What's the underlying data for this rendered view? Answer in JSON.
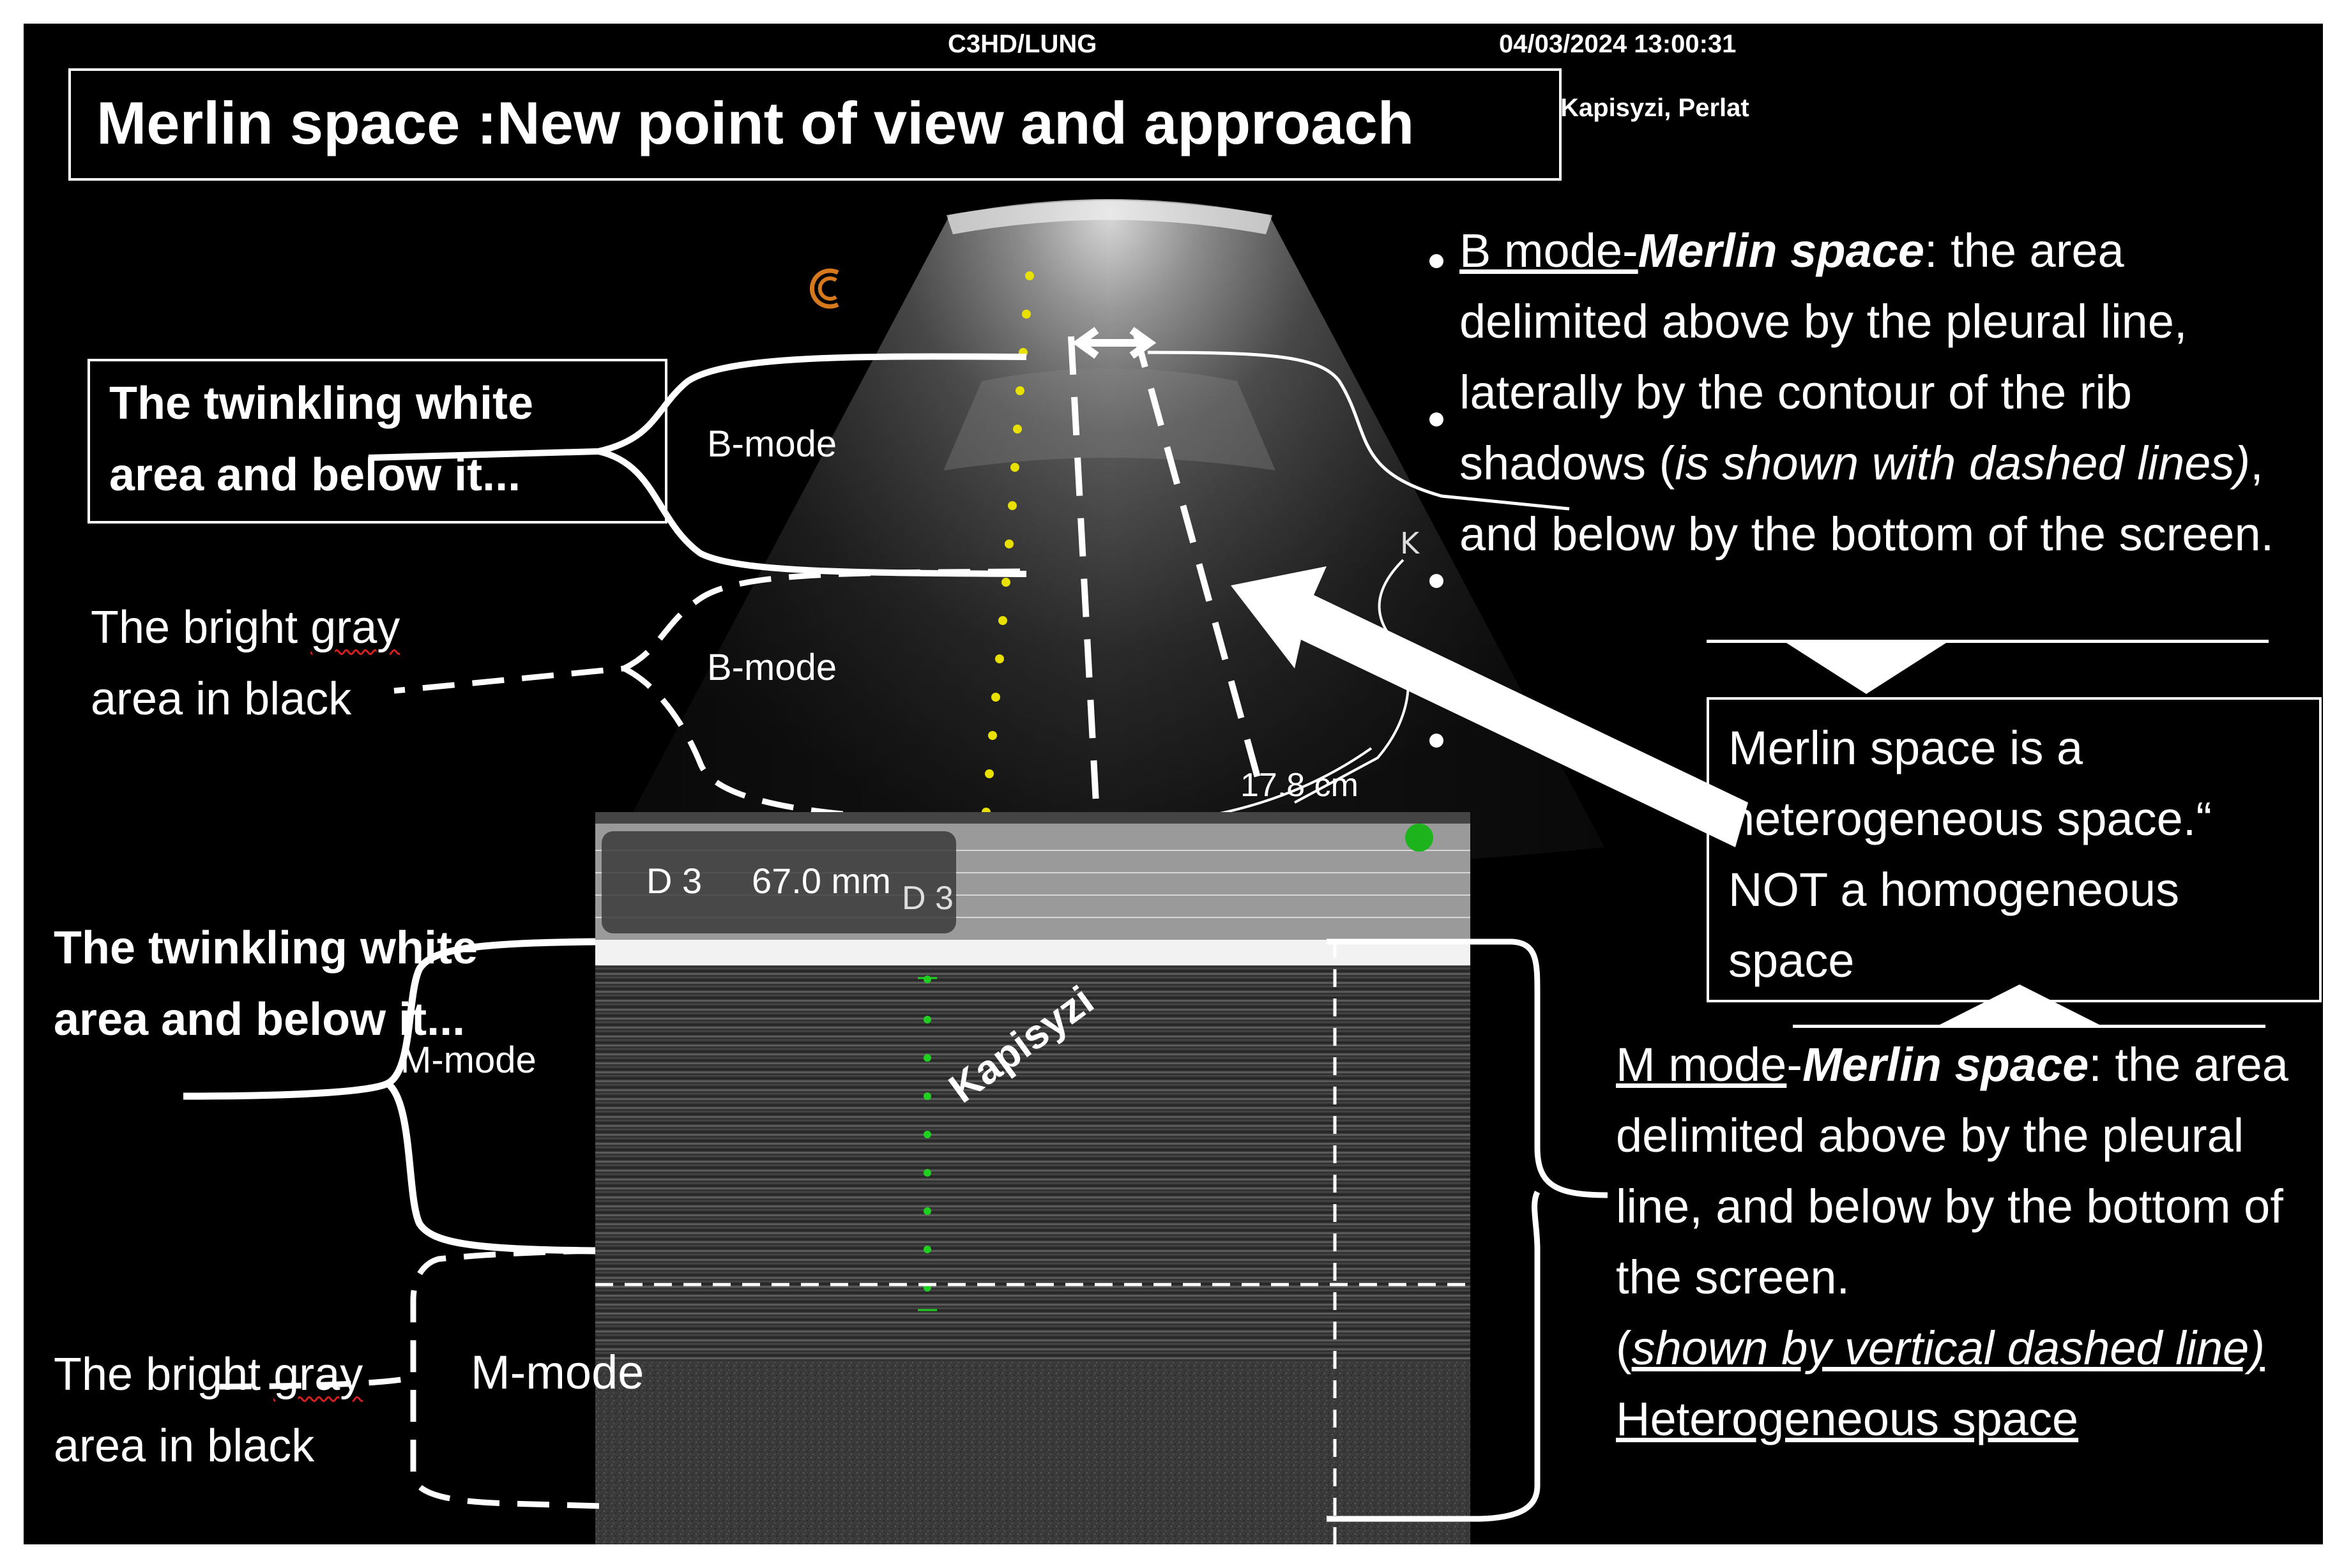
{
  "header": {
    "preset": "C3HD/LUNG",
    "datetime": "04/03/2024 13:00:31",
    "author": "Kapisyzi, Perlat"
  },
  "title": "Merlin space :New point of view and approach",
  "left_labels": {
    "bmode_white_line1": "The twinkling  white",
    "bmode_white_line2": "area and below   it...",
    "bmode_gray_line1_a": "The bright ",
    "bmode_gray_line1_b": "gray",
    "bmode_gray_line2": " area in black",
    "mmode_white_line1": "The twinkling  white",
    "mmode_white_line2": "area and below   it...",
    "mmode_gray_line1_a": "The bright ",
    "mmode_gray_line1_b": "gray",
    "mmode_gray_line2": " area in black"
  },
  "mode_labels": {
    "bmode_upper": "B-mode",
    "bmode_lower": "B-mode",
    "mmode_upper": "M-mode",
    "mmode_lower": "M-mode"
  },
  "ultrasound": {
    "depth": "17.8 cm",
    "depth_marker_icon": "depth-marker-icon",
    "m_depth_label": "D 3",
    "m_depth_value": "67.0 mm",
    "m_depth_label_overlay": "D 3",
    "watermark": "Kapisyzi",
    "marker_color": "#1db31d",
    "bmode_line_color": "#e8e000",
    "mmode_line_color": "#20d020",
    "logo_color": "#d6781c",
    "logo_icon": "probe-orientation-icon"
  },
  "bmode_description": {
    "lead_u": "B mode-",
    "lead_bi": "Merlin space",
    "part1": ": the area delimited above by the pleural line, laterally by the contour of the rib shadows (",
    "part_i": "is shown with dashed lines)",
    "part2": ", and below by the bottom of the screen."
  },
  "heterogeneous_box": {
    "line1": "Merlin space is a",
    "line2": "heterogeneous space.“",
    "line3": "NOT a homogeneous",
    "line4": "space"
  },
  "mmode_description": {
    "lead_u": "M mode",
    "dash": "-",
    "lead_bi": "Merlin space",
    "part1": ": the area delimited above by the pleural line, and below by the bottom of the screen.",
    "paren_open": "(",
    "part_ui": "shown by vertical dashed line)",
    "footer_u": "Heterogeneous space"
  }
}
